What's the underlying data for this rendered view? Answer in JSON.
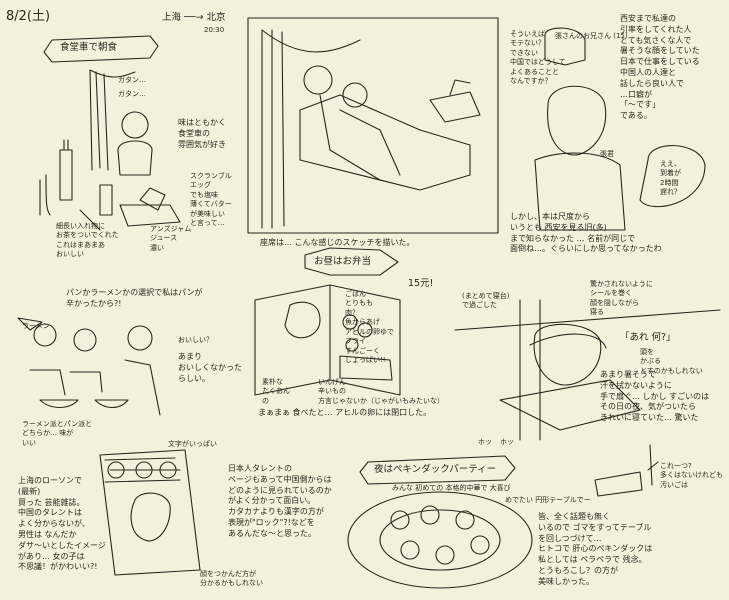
{
  "header": {
    "date": "8/2(土)",
    "route": "上海 ──→ 北京",
    "time": "20:30"
  },
  "panel1": {
    "title": "食堂車で朝食",
    "sound1": "ガタン…",
    "sound2": "ガタン…",
    "comment": "味はともかく\n食堂車の\n雰囲気が好き",
    "toast_note": "スクランブル\nエッグ\nでも塩味\n薄くてバター\nが美味しい\nと言って…",
    "drink_note": "細長い入れ物に\nお茶をついでくれた\nこれはまあまあ\nおいしい",
    "jam_note": "アンズジャム\nジュース\n濃い"
  },
  "panel2": {
    "caption": "座席は… こんな感じのスケッチを描いた。"
  },
  "panel3": {
    "speech1": "そういえば\nモテない？\nできない\n中国ではどうして\nよくあることと\nなんですか？",
    "speech_name": "張さんのお兄さん (15)",
    "note_top": "西安まで私達の\n引率をしてくれた人\nとても気さくな人で\n暑そうな顔をしていた\n日本で仕事をしている\n中国人の人達と\n話したら良い人で\n…口癖が\n「～です」\nである。",
    "label_name": "張君",
    "bubble": "ええ、\n到着が\n2時間\n遅れ？",
    "bottom": "しかし、本は尺度から\nいうとも 西安を見る旧(多)\nまで知らなかった … 名前が同じで\n面倒ね…。ぐらいにしか思ってなかったわ"
  },
  "panel4": {
    "title": "パンかラーメンかの選択で私はパンが\n辛かったから?!",
    "speech_a": "ラーメン",
    "speech_b": "おいしい？",
    "comment": "あまり\nおいしくなかった\nらしい。",
    "bottom": "ラーメン派とパン派と\nどちらか… 味が\nいい"
  },
  "panel5": {
    "title": "お昼はお弁当",
    "price": "15元!",
    "labels": "ごはん\nとりもも\n肉？\n魚からあげ\nアヒルの卵ゆで\nフライ\nすんごーく\nしょっぱい!!",
    "left_note": "素朴な\nたくあん\nの",
    "mid_note": "いんげん\n辛いもの\n方言じゃないか（じゃがいもみたいな）",
    "bottom": "まぁまぁ 食べたと… アヒルの卵には閉口した。"
  },
  "panel6": {
    "top_left": "(まとめて寝台)\nで過ごした",
    "top_note": "驚かされないように\nシールを巻く\n顔を隠しながら\n寝る",
    "quote": "「あれ 何?」",
    "mid_note": "頭を\nかぶる\nとすのかもしれない",
    "body": "あまり暑そうで\n汗を拭かないように\n手で扇ぐ… しかし すごいのは\nその日の夜、気がついたら\nきれいに寝ていた… 驚いた",
    "sound": "ホッ",
    "sound2": "ホッ"
  },
  "panel7": {
    "note_top": "文字がいっぱい",
    "frame_text": "日本人タレントの\nページもあって中国側からは\nどのように見られているのか\nがよく分かって面白い。\nカタカナよりも漢字の方が\n表現が\"ロック\"?!などを\nあるんだな～と思った。",
    "left_text": "上海のローソンで\n(最新)\n買った 芸能雑誌。\n中国のタレントは\nよく分からないが、\n男性は なんだか\nダサ～いとしたイメージ\nがあり… 女の子は\n不思議！がかわいい?!",
    "bottom": "顔をつかんだ方が\n分かるかもしれない"
  },
  "panel8": {
    "title": "夜はペキンダックパーティー",
    "subtitle": "みんな 初めての 本格的中華で 大喜び",
    "table_label": "めでたい 円形テーブルでー",
    "body": "皆、全く話題も無く\nいるので ゴマをすってテーブル\nを回しつづけて…\nヒトコで 肝心のペキンダックは\n私としては ペラペラで 残念。\nとうもろこし？の方が\n美味しかった。",
    "side": "これ一つ?\n多くはないけれども\n汚いごは"
  },
  "colors": {
    "paper": "#f3f1dc",
    "ink": "#2a2620"
  }
}
